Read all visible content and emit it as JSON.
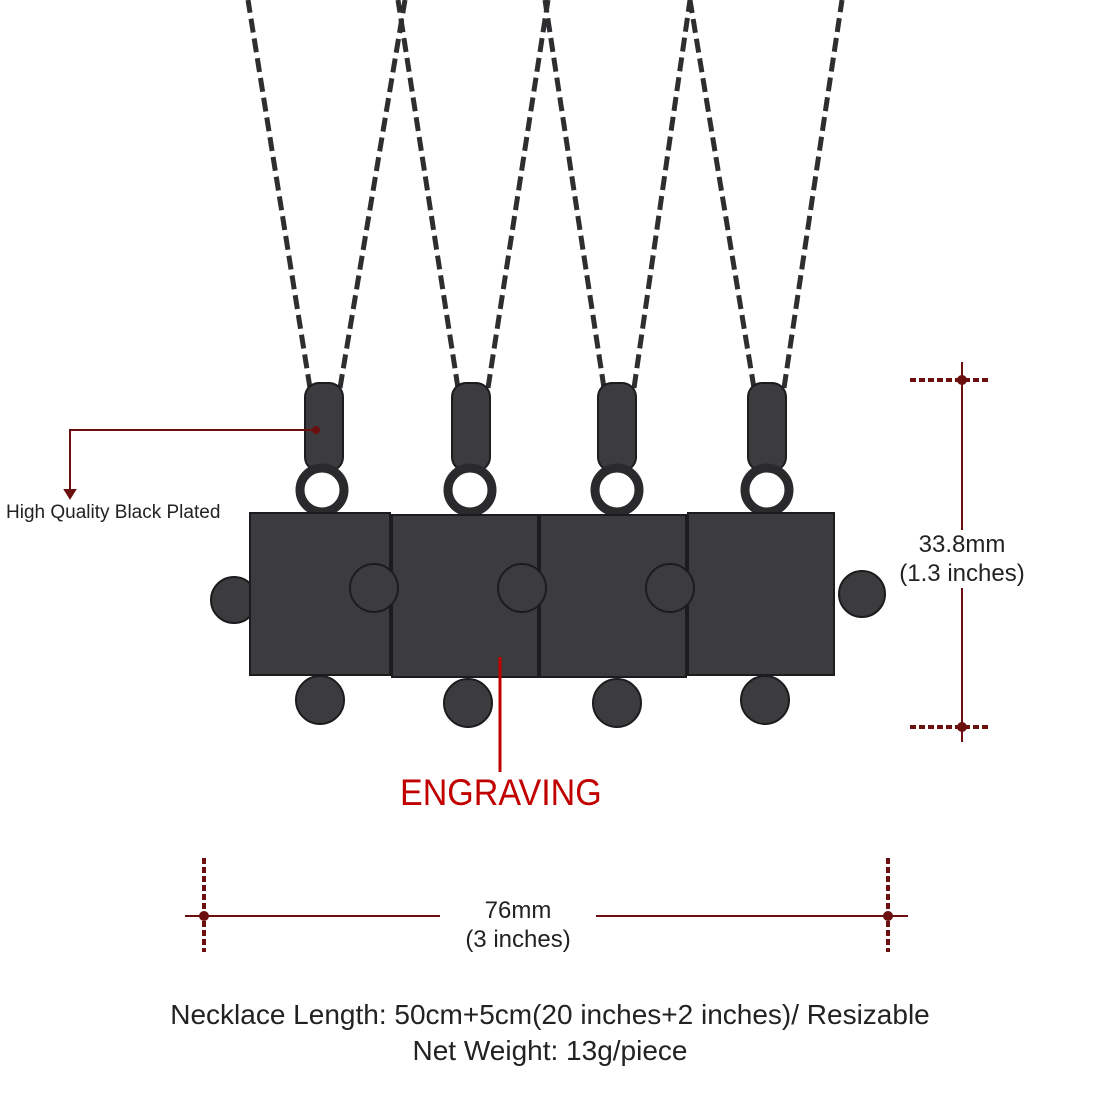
{
  "annotations": {
    "plating": "High Quality Black Plated",
    "engraving": "ENGRAVING",
    "height_mm": "33.8mm",
    "height_in": "(1.3 inches)",
    "width_mm": "76mm",
    "width_in": "(3 inches)"
  },
  "specs": {
    "length": "Necklace Length: 50cm+5cm(20 inches+2 inches)/ Resizable",
    "weight": "Net Weight: 13g/piece"
  },
  "colors": {
    "pendant": "#3c3c3e",
    "annotation": "#6b0f0f",
    "engraving": "#c00000"
  }
}
